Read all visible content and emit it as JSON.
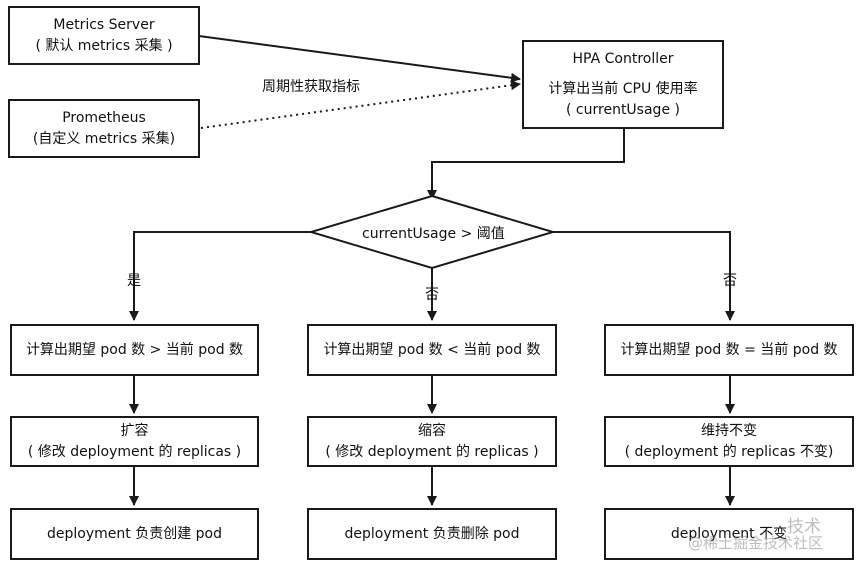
{
  "sources": {
    "metrics_server": {
      "line1": "Metrics Server",
      "line2": "( 默认 metrics 采集 )"
    },
    "prometheus": {
      "line1": "Prometheus",
      "line2": "(自定义 metrics 采集)"
    }
  },
  "fetch_label": "周期性获取指标",
  "hpa": {
    "line1": "HPA Controller",
    "line2": "计算出当前 CPU 使用率",
    "line3": "( currentUsage )"
  },
  "decision": "currentUsage > 阈值",
  "branch_labels": {
    "left": "是",
    "middle": "否",
    "right": "否"
  },
  "desired": {
    "left": "计算出期望 pod 数 > 当前 pod 数",
    "middle": "计算出期望 pod 数 < 当前 pod 数",
    "right": "计算出期望 pod 数 = 当前 pod 数"
  },
  "actions": {
    "left": {
      "line1": "扩容",
      "line2": "( 修改 deployment 的 replicas )"
    },
    "middle": {
      "line1": "缩容",
      "line2": "( 修改 deployment 的 replicas )"
    },
    "right": {
      "line1": "维持不变",
      "line2": "( deployment 的 replicas 不变)"
    }
  },
  "results": {
    "left": "deployment 负责创建 pod",
    "middle": "deployment 负责删除 pod",
    "right": "deployment 不变"
  },
  "watermark": {
    "line1": "技术",
    "line2": "@稀土掘金技术社区"
  }
}
